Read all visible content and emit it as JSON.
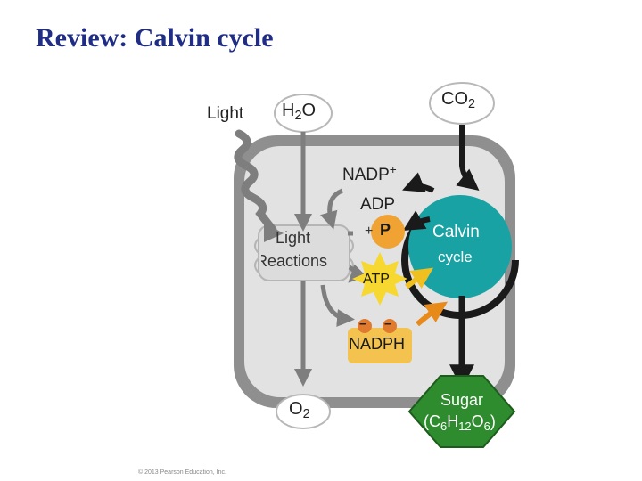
{
  "slide": {
    "title": "Review: Calvin cycle"
  },
  "diagram": {
    "light": "Light",
    "water": {
      "base": "H",
      "sub": "2",
      "tail": "O"
    },
    "co2": {
      "base": "CO",
      "sub": "2"
    },
    "nadp_plus": {
      "base": "NADP",
      "sup": "+"
    },
    "adp": "ADP",
    "plus_sign": "+",
    "phosphate": "P",
    "light_reactions": {
      "line1": "Light",
      "line2": "Reactions"
    },
    "calvin_cycle": {
      "line1": "Calvin",
      "line2": "cycle"
    },
    "atp": "ATP",
    "nadph": "NADPH",
    "electron": "–",
    "oxygen": {
      "base": "O",
      "sub": "2"
    },
    "sugar": {
      "line1": "Sugar",
      "formula": {
        "open": "(C",
        "c": "6",
        "h": "H",
        "h_n": "12",
        "o": "O",
        "o_n": "6",
        "close": ")"
      }
    },
    "copyright": "© 2013 Pearson Education, Inc."
  },
  "colors": {
    "title": "#1f2d86",
    "calvin": "#19a2a4",
    "membrane_outer": "#8f8f8f",
    "stroma": "#e2e2e2",
    "sugar": "#2e8b2e",
    "atp": "#f6d830",
    "arrow_dark": "#1a1a1a",
    "arrow_gray": "#7e7e7e"
  }
}
